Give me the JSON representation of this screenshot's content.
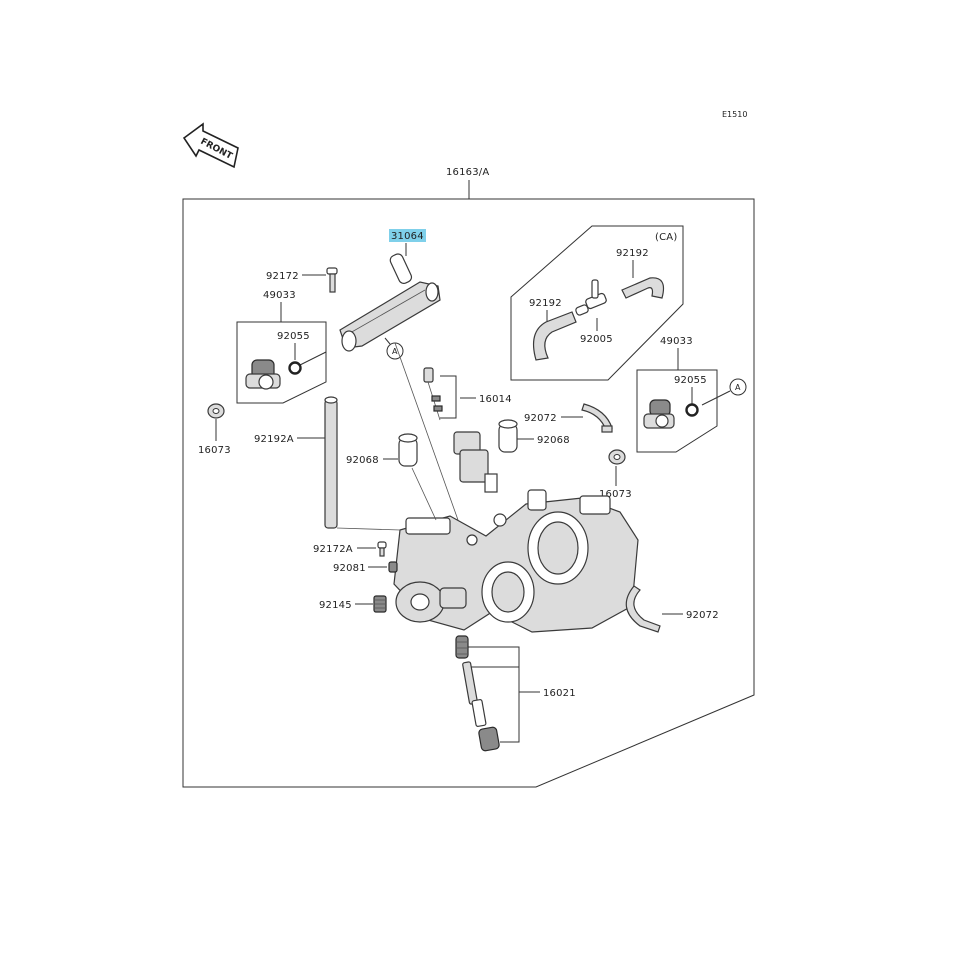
{
  "diagram_code": "E1510",
  "front_label": "FRONT",
  "assembly_label": "16163/A",
  "highlight_color": "#7fd0ea",
  "callouts": {
    "p31064": "31064",
    "p92172": "92172",
    "p49033_left": "49033",
    "p92055_left": "92055",
    "p16073_left": "16073",
    "p92192A": "92192A",
    "p92068_left": "92068",
    "p92172A": "92172A",
    "p92081": "92081",
    "p92145": "92145",
    "p16014": "16014",
    "p92072_top": "92072",
    "p92068_right": "92068",
    "p49033_right": "49033",
    "p92055_right": "92055",
    "p16073_right": "16073",
    "p92072_bottom": "92072",
    "p16021": "16021",
    "ca_label": "(CA)",
    "p92192_top": "92192",
    "p92192_left": "92192",
    "p92005": "92005"
  },
  "ref_marker_a": "A"
}
